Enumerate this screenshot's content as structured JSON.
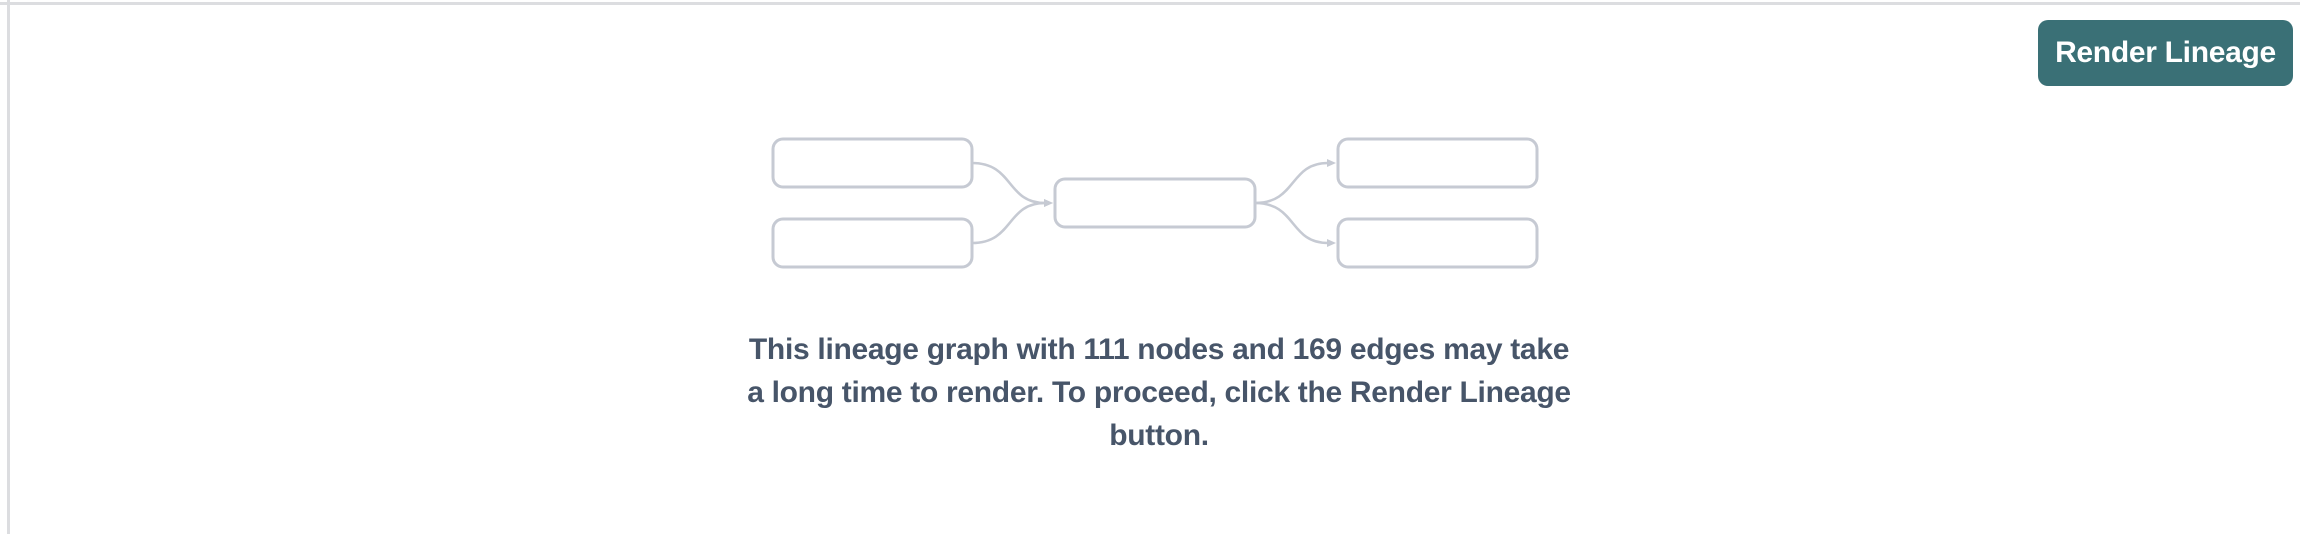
{
  "panel": {
    "background": "#ffffff",
    "border_color": "#dcdde0"
  },
  "toolbar": {
    "render_lineage_button": {
      "label": "Render Lineage",
      "background": "#3a7076",
      "text_color": "#ffffff"
    }
  },
  "lineage_preview": {
    "node_fill": "#ffffff",
    "node_border_color": "#c6cad3",
    "edge_color": "#c6cad3",
    "nodes": [
      {
        "id": "left-top"
      },
      {
        "id": "left-bottom"
      },
      {
        "id": "center"
      },
      {
        "id": "right-top"
      },
      {
        "id": "right-bottom"
      }
    ],
    "edges": [
      {
        "from": "left-top",
        "to": "center"
      },
      {
        "from": "left-bottom",
        "to": "center"
      },
      {
        "from": "center",
        "to": "right-top"
      },
      {
        "from": "center",
        "to": "right-bottom"
      }
    ]
  },
  "message": {
    "lines": [
      "This lineage graph with 111 nodes and 169 edges may take",
      "a long time to render. To proceed, click the Render Lineage",
      "button."
    ],
    "full_text": "This lineage graph with 111 nodes and 169 edges may take a long time to render. To proceed, click the Render Lineage button.",
    "node_count": 111,
    "edge_count": 169,
    "text_color": "#475569"
  }
}
